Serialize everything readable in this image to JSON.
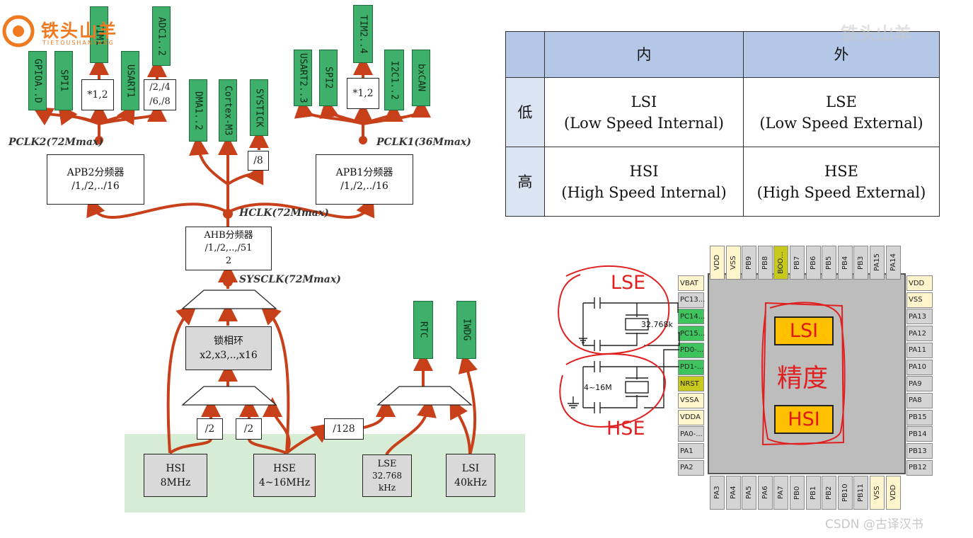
{
  "logo": {
    "brand": "铁头山羊",
    "sub": "TIETOUSHANYANG"
  },
  "watermark_top": "铁头山羊",
  "watermark_bottom": "CSDN @古译汉书",
  "clock_tree": {
    "apb2_outputs": [
      "GPIOA..D",
      "SPI1",
      "TIM1",
      "USART1",
      "ADC1..2"
    ],
    "apb2_tim_mul": "*1,2",
    "apb2_adc_div": "/2,/4\n/6,/8",
    "pclk2": "PCLK2(72Mmax)",
    "apb2_div": {
      "title": "APB2分频器",
      "values": "/1,/2,../16"
    },
    "ahb_outputs": [
      "DMA1..2",
      "Cortex-M3",
      "SYSTICK"
    ],
    "systick_div": "/8",
    "apb1_outputs": [
      "USART2..3",
      "SPI2",
      "TIM2..4",
      "I2C1..2",
      "bxCAN"
    ],
    "apb1_tim_mul": "*1,2",
    "pclk1": "PCLK1(36Mmax)",
    "apb1_div": {
      "title": "APB1分频器",
      "values": "/1,/2,../16"
    },
    "hclk": "HCLK(72Mmax)",
    "ahb_div": {
      "title": "AHB分频器",
      "values": "/1,/2,..,/51",
      "wrap": "2"
    },
    "sysclk": "SYSCLK(72Mmax)",
    "pll": {
      "title": "锁相环",
      "values": "x2,x3,..,x16"
    },
    "div2_a": "/2",
    "div2_b": "/2",
    "div128": "/128",
    "rtc": "RTC",
    "iwdg": "IWDG",
    "sources": {
      "hsi": {
        "name": "HSI",
        "freq": "8MHz"
      },
      "hse": {
        "name": "HSE",
        "freq": "4~16MHz"
      },
      "lse": {
        "name": "LSE",
        "freq": "32.768",
        "unit": "kHz"
      },
      "lsi": {
        "name": "LSI",
        "freq": "40kHz"
      }
    }
  },
  "table": {
    "col_headers": [
      "内",
      "外"
    ],
    "rows": [
      {
        "label": "低",
        "cells": [
          [
            "LSI",
            "(Low Speed Internal)"
          ],
          [
            "LSE",
            "(Low Speed External)"
          ]
        ]
      },
      {
        "label": "高",
        "cells": [
          [
            "HSI",
            "(High Speed Internal)"
          ],
          [
            "HSE",
            "(High Speed External)"
          ]
        ]
      }
    ]
  },
  "chip": {
    "top_pins": [
      "VDD",
      "VSS",
      "PB9",
      "PB8",
      "BOO...",
      "PB7",
      "PB6",
      "PB5",
      "PB4",
      "PB3",
      "PA15",
      "PA14"
    ],
    "left_pins": [
      "VBAT",
      "PC13...",
      "PC14...",
      "PC15...",
      "PD0-...",
      "PD1-...",
      "NRST",
      "VSSA",
      "VDDA",
      "PA0-...",
      "PA1",
      "PA2"
    ],
    "right_pins": [
      "VDD",
      "VSS",
      "PA13",
      "PA12",
      "PA11",
      "PA10",
      "PA9",
      "PA8",
      "PB15",
      "PB14",
      "PB13",
      "PB12"
    ],
    "bottom_pins": [
      "PA3",
      "PA4",
      "PA5",
      "PA6",
      "PA7",
      "PB0",
      "PB1",
      "PB2",
      "PB10",
      "PB11",
      "VSS",
      "VDD"
    ],
    "lsi_label": "LSI",
    "hsi_label": "HSI",
    "crystal_lse": "32.768k",
    "crystal_hse": "4~16M",
    "annot_lse": "LSE",
    "annot_hse": "HSE",
    "annot_precision": "精度"
  }
}
